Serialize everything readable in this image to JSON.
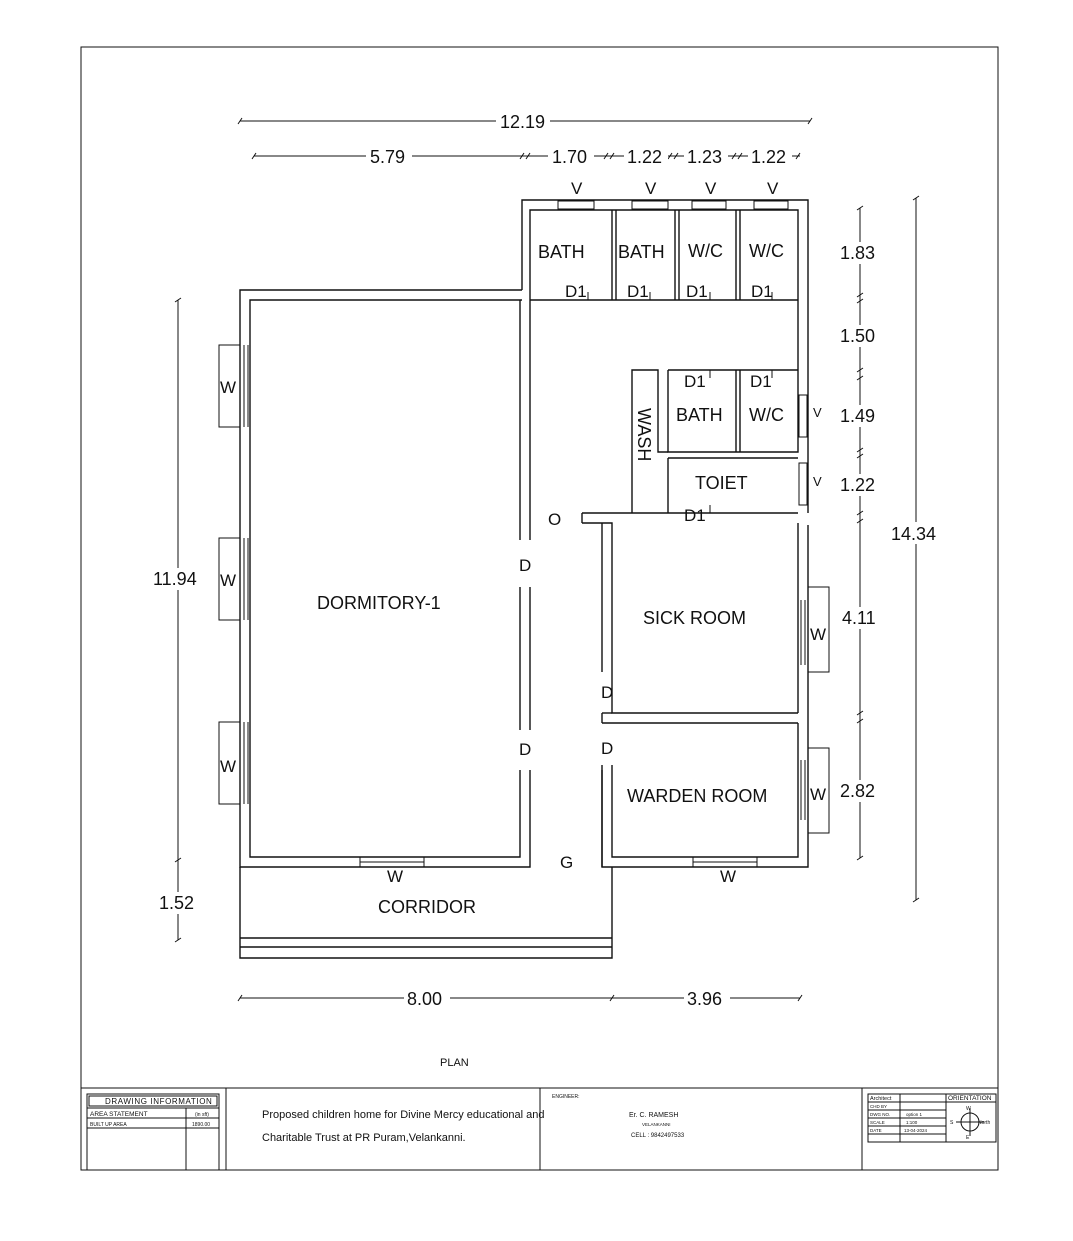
{
  "plan": {
    "rooms": {
      "bath_1": "BATH",
      "bath_2": "BATH",
      "wc_1": "W/C",
      "wc_2": "W/C",
      "bath_3": "BATH",
      "wc_3": "W/C",
      "wash": "WASH",
      "toilet": "TOIET",
      "dormitory": "DORMITORY-1",
      "sick_room": "SICK ROOM",
      "warden_room": "WARDEN ROOM",
      "corridor": "CORRIDOR"
    },
    "openings": {
      "window": "W",
      "ventilator": "V",
      "door": "D",
      "door_d1": "D1",
      "opening": "O",
      "gate": "G"
    },
    "dimensions": {
      "overall_width": "12.19",
      "top_1": "5.79",
      "top_2": "1.70",
      "top_3": "1.22",
      "top_4": "1.23",
      "top_5": "1.22",
      "left_1": "11.94",
      "left_2": "1.52",
      "right_overall": "14.34",
      "right_1": "1.83",
      "right_2": "1.50",
      "right_3": "1.49",
      "right_4": "1.22",
      "right_5": "4.11",
      "right_6": "2.82",
      "bottom_1": "8.00",
      "bottom_2": "3.96"
    },
    "caption": "PLAN"
  },
  "title_block": {
    "heading": "DRAWING INFORMATION",
    "area_statement": "AREA STATEMENT",
    "area_unit": "(in sft)",
    "built_up_area": "BUILT UP AREA",
    "built_up_value": "1890.00",
    "project_line_1": "Proposed children home for Divine Mercy educational and",
    "project_line_2": "Charitable Trust at PR Puram,Velankanni.",
    "engineer_label": "ENGINEER:",
    "engineer_name": "Er. C. RAMESH",
    "engineer_place": "VELANKANNI",
    "engineer_cell": "CELL : 9842497533",
    "architect": "Architect",
    "chd_by": "CHD BY",
    "dwg_no": "DWG NO.",
    "dwg_no_value": "option 1",
    "scale": "SCALE",
    "scale_value": "1:100",
    "date": "DATE",
    "date_value": "13-04-2024",
    "orientation": "ORIENTATION",
    "compass_n": "W",
    "compass_e": "North",
    "compass_s": "E",
    "compass_w": "S"
  }
}
